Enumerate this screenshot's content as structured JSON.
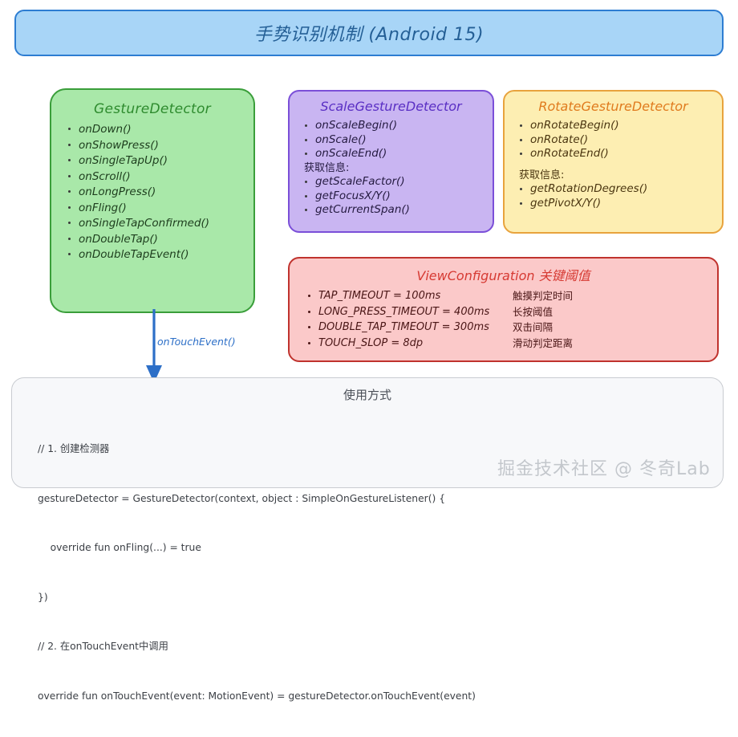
{
  "header": {
    "title": "手势识别机制 (Android 15)",
    "fill": "#a8d5f7",
    "border": "#2d7dd2"
  },
  "gesture_detector": {
    "title": "GestureDetector",
    "fill": "#a9e8a9",
    "border": "#3a9e3a",
    "items": [
      "onDown()",
      "onShowPress()",
      "onSingleTapUp()",
      "onScroll()",
      "onLongPress()",
      "onFling()",
      "onSingleTapConfirmed()",
      "onDoubleTap()",
      "onDoubleTapEvent()"
    ]
  },
  "scale_gesture_detector": {
    "title": "ScaleGestureDetector",
    "fill": "#c9b5f2",
    "border": "#7b4fd8",
    "items": [
      "onScaleBegin()",
      "onScale()",
      "onScaleEnd()"
    ],
    "section_label": "获取信息:",
    "getters": [
      "getScaleFactor()",
      "getFocusX/Y()",
      "getCurrentSpan()"
    ]
  },
  "rotate_gesture_detector": {
    "title": "RotateGestureDetector",
    "fill": "#fdeeb2",
    "border": "#e8a33d",
    "items": [
      "onRotateBegin()",
      "onRotate()",
      "onRotateEnd()"
    ],
    "section_label": "获取信息:",
    "getters": [
      "getRotationDegrees()",
      "getPivotX/Y()"
    ]
  },
  "view_configuration": {
    "title": "ViewConfiguration 关键阈值",
    "fill": "#fbc9c9",
    "border": "#c0332e",
    "rows": [
      {
        "key": "TAP_TIMEOUT = 100ms",
        "note": "触摸判定时间"
      },
      {
        "key": "LONG_PRESS_TIMEOUT = 400ms",
        "note": "长按阈值"
      },
      {
        "key": "DOUBLE_TAP_TIMEOUT = 300ms",
        "note": "双击间隔"
      },
      {
        "key": "TOUCH_SLOP = 8dp",
        "note": "滑动判定距离"
      }
    ]
  },
  "usage": {
    "title": "使用方式",
    "fill": "#f7f8fa",
    "border": "#c9ccd1",
    "code_lines": [
      "// 1. 创建检测器",
      "gestureDetector = GestureDetector(context, object : SimpleOnGestureListener() {",
      "    override fun onFling(...) = true",
      "})",
      "// 2. 在onTouchEvent中调用",
      "override fun onTouchEvent(event: MotionEvent) = gestureDetector.onTouchEvent(event)"
    ]
  },
  "arrow": {
    "label": "onTouchEvent()",
    "color": "#2d6fc7"
  },
  "watermark": {
    "text": "掘金技术社区 @ 冬奇Lab"
  }
}
